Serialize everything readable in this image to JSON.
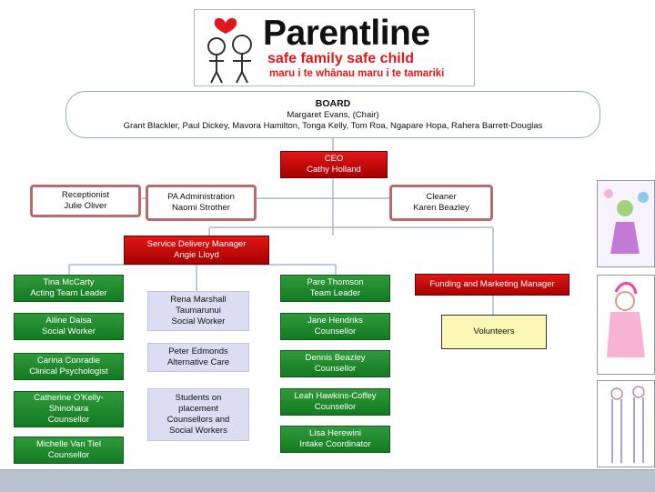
{
  "logo": {
    "title": "Parentline",
    "tagline": "safe family safe child",
    "maori": "maru i te whānau maru i te tamariki"
  },
  "board": {
    "heading": "BOARD",
    "chair": "Margaret Evans, (Chair)",
    "members": "Grant Blackler, Paul Dickey, Mavora Hamilton, Tonga Kelly, Tom Roa, Ngapare Hopa, Rahera Barrett-Douglas"
  },
  "ceo": {
    "role": "CEO",
    "name": "Cathy Holland"
  },
  "receptionist": {
    "role": "Receptionist",
    "name": "Julie Oliver"
  },
  "pa_admin": {
    "role": "PA Administration",
    "name": "Naomi Strother"
  },
  "cleaner": {
    "role": "Cleaner",
    "name": "Karen Beazley"
  },
  "service_manager": {
    "role": "Service Delivery Manager",
    "name": "Angie Lloyd"
  },
  "left_col": [
    {
      "name": "Tina McCarty",
      "role": "Acting Team Leader"
    },
    {
      "name": "Ailine Daisa",
      "role": "Social Worker"
    },
    {
      "name": "Carina Conradie",
      "role": "Clinical Psychologist"
    },
    {
      "name": "Catherine O'Kelly-",
      "role": "Shinohara",
      "role2": "Counsellor"
    },
    {
      "name": "Michelle Van Tiel",
      "role": "Counsellor"
    }
  ],
  "mid_col": [
    {
      "line1": "Rena Marshall",
      "line2": "Taumarunui",
      "line3": "Social Worker"
    },
    {
      "line1": "Peter Edmonds",
      "line2": "Alternative Care"
    },
    {
      "line1": "Students on",
      "line2": "placement",
      "line3": "Counsellors and",
      "line4": "Social Workers"
    }
  ],
  "right_col": [
    {
      "name": "Pare Thomson",
      "role": "Team Leader"
    },
    {
      "name": "Jane Hendriks",
      "role": "Counsellor"
    },
    {
      "name": "Dennis Beazley",
      "role": "Counsellor"
    },
    {
      "name": "Leah Hawkins-Coffey",
      "role": "Counsellor"
    },
    {
      "name": "Lisa Herewini",
      "role": "Intake Coordinator"
    }
  ],
  "funding": {
    "label": "Funding and Marketing Manager"
  },
  "volunteers": {
    "label": "Volunteers"
  },
  "colors": {
    "green": "#1a8a2a",
    "red": "#c00000",
    "lavender": "#dcdcf2",
    "yellow": "#fbf8b5"
  }
}
